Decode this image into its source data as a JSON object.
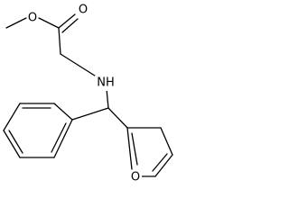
{
  "molecule": {
    "atoms": {
      "ester_carbonyl_oxygen": "O",
      "ester_oxygen": "O",
      "amine": "NH",
      "furan_oxygen": "O"
    },
    "colors": {
      "bond": "#000000",
      "background": "#ffffff"
    }
  }
}
